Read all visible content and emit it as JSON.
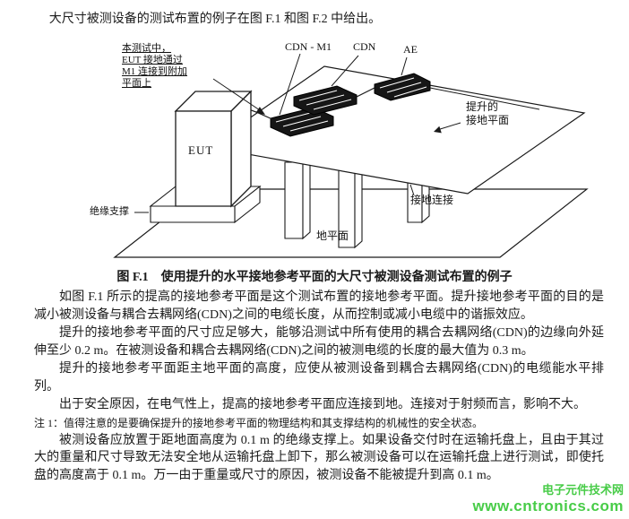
{
  "doc": {
    "intro": "大尺寸被测设备的测试布置的例子在图 F.1 和图 F.2 中给出。",
    "figure": {
      "note_lines": [
        "本测试中，",
        "EUT 接地通过",
        "M1 连接到附加",
        "平面上"
      ],
      "labels": {
        "cdn_m1": "CDN - M1",
        "cdn": "CDN",
        "ae": "AE",
        "eut": "EUT",
        "raised_plane_1": "提升的",
        "raised_plane_2": "接地平面",
        "ground_connection": "接地连接",
        "ground_plane": "地平面",
        "insulating_support": "绝缘支撑"
      },
      "caption_label": "图 F.1",
      "caption_text": "使用提升的水平接地参考平面的大尺寸被测设备测试布置的例子"
    },
    "paragraphs": [
      "如图 F.1 所示的提高的接地参考平面是这个测试布置的接地参考平面。提升接地参考平面的目的是减小被测设备与耦合去耦网络(CDN)之间的电缆长度，从而控制或减小电缆中的谐振效应。",
      "提升的接地参考平面的尺寸应足够大，能够沿测试中所有使用的耦合去耦网络(CDN)的边缘向外延伸至少 0.2 m。在被测设备和耦合去耦网络(CDN)之间的被测电缆的长度的最大值为 0.3 m。",
      "提升的接地参考平面距主地平面的高度，应使从被测设备到耦合去耦网络(CDN)的电缆能水平排列。",
      "出于安全原因，在电气性上，提高的接地参考平面应连接到地。连接对于射频而言，影响不大。",
      "被测设备应放置于距地面高度为 0.1 m 的绝缘支撑上。如果设备交付时在运输托盘上，且由于其过大的重量和尺寸导致无法安全地从运输托盘上卸下，那么被测设备可以在运输托盘上进行测试，即使托盘的高度高于 0.1 m。万一由于重量或尺寸的原因，被测设备不能被提升到高 0.1 m。"
    ],
    "note": "注 1：值得注意的是要确保提升的接地参考平面的物理结构和其支撑结构的机械性的安全状态。",
    "watermark": {
      "site_name": "电子元件技术网",
      "url": "www.cntronics.com",
      "color": "#2fc52f"
    }
  }
}
